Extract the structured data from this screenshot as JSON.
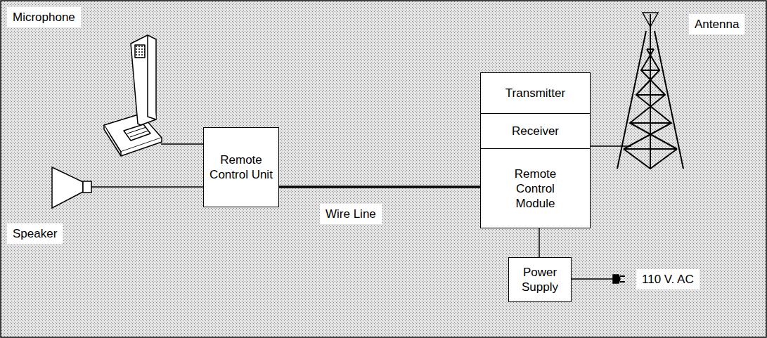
{
  "diagram": {
    "nodes": [
      {
        "text": [
          "Remote Control Unit"
        ]
      },
      {
        "text": [
          "Transmitter"
        ]
      },
      {
        "text": [
          "Receiver"
        ]
      },
      {
        "text": [
          "Remote Control Module"
        ]
      },
      {
        "text": [
          "Power Supply"
        ]
      }
    ],
    "edges": [
      {
        "from": 0,
        "to": 3,
        "label": "Wire Line",
        "arrow": "none"
      },
      {
        "from": 3,
        "to": 4,
        "arrow": "none"
      }
    ],
    "labels": [
      "Microphone",
      "Speaker",
      "Antenna",
      "110 V. AC"
    ]
  }
}
